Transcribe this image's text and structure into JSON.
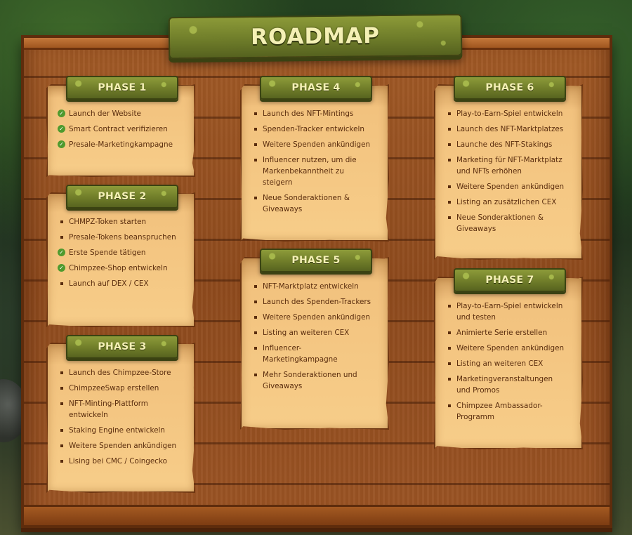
{
  "title": "ROADMAP",
  "colors": {
    "board": "#8e4a1d",
    "card": "#f7cd89",
    "plank": "#6f7d2a",
    "title_text": "#f4f0b5",
    "item_text": "#5a2d0e",
    "check": "#4f9a2e"
  },
  "phases": [
    {
      "label": "PHASE 1",
      "items": [
        {
          "text": "Launch der Website",
          "done": true
        },
        {
          "text": "Smart Contract verifizieren",
          "done": true
        },
        {
          "text": "Presale-Marketingkampagne",
          "done": true
        }
      ]
    },
    {
      "label": "PHASE 2",
      "items": [
        {
          "text": "CHMPZ-Token starten",
          "done": false
        },
        {
          "text": "Presale-Tokens beanspruchen",
          "done": false
        },
        {
          "text": "Erste Spende tätigen",
          "done": true
        },
        {
          "text": "Chimpzee-Shop entwickeln",
          "done": true
        },
        {
          "text": "Launch auf DEX / CEX",
          "done": false
        }
      ]
    },
    {
      "label": "PHASE 3",
      "items": [
        {
          "text": "Launch des Chimpzee-Store",
          "done": false
        },
        {
          "text": "ChimpzeeSwap erstellen",
          "done": false
        },
        {
          "text": "NFT-Minting-Plattform entwickeln",
          "done": false
        },
        {
          "text": "Staking Engine entwickeln",
          "done": false
        },
        {
          "text": "Weitere Spenden ankündigen",
          "done": false
        },
        {
          "text": "Lising bei CMC / Coingecko",
          "done": false
        }
      ]
    },
    {
      "label": "PHASE 4",
      "items": [
        {
          "text": "Launch des NFT-Mintings",
          "done": false
        },
        {
          "text": "Spenden-Tracker entwickeln",
          "done": false
        },
        {
          "text": "Weitere Spenden ankündigen",
          "done": false
        },
        {
          "text": "Influencer nutzen, um die Markenbekanntheit zu steigern",
          "done": false
        },
        {
          "text": "Neue Sonderaktionen & Giveaways",
          "done": false
        }
      ]
    },
    {
      "label": "PHASE 5",
      "items": [
        {
          "text": "NFT-Marktplatz entwickeln",
          "done": false
        },
        {
          "text": "Launch des Spenden-Trackers",
          "done": false
        },
        {
          "text": "Weitere Spenden ankündigen",
          "done": false
        },
        {
          "text": "Listing an weiteren CEX",
          "done": false
        },
        {
          "text": "Influencer-Marketingkampagne",
          "done": false
        },
        {
          "text": "Mehr Sonderaktionen und Giveaways",
          "done": false
        }
      ]
    },
    {
      "label": "PHASE 6",
      "items": [
        {
          "text": "Play-to-Earn-Spiel entwickeln",
          "done": false
        },
        {
          "text": "Launch des NFT-Marktplatzes",
          "done": false
        },
        {
          "text": "Launche des NFT-Stakings",
          "done": false
        },
        {
          "text": "Marketing für NFT-Marktplatz und NFTs erhöhen",
          "done": false
        },
        {
          "text": "Weitere Spenden ankündigen",
          "done": false
        },
        {
          "text": "Listing an zusätzlichen CEX",
          "done": false
        },
        {
          "text": "Neue Sonderaktionen & Giveaways",
          "done": false
        }
      ]
    },
    {
      "label": "PHASE 7",
      "items": [
        {
          "text": "Play-to-Earn-Spiel entwickeln und testen",
          "done": false
        },
        {
          "text": "Animierte Serie erstellen",
          "done": false
        },
        {
          "text": "Weitere Spenden ankündigen",
          "done": false
        },
        {
          "text": "Listing an weiteren CEX",
          "done": false
        },
        {
          "text": "Marketingveranstaltungen und Promos",
          "done": false
        },
        {
          "text": "Chimpzee Ambassador-Programm",
          "done": false
        }
      ]
    }
  ]
}
